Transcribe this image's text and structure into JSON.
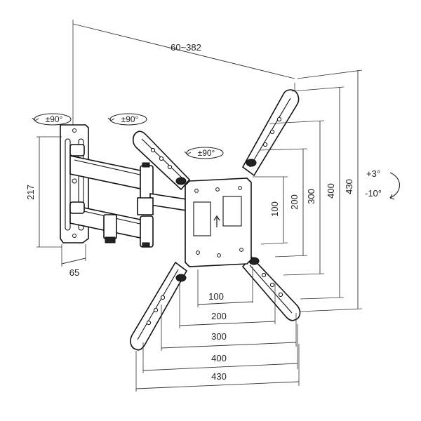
{
  "labels": {
    "width_range": "60~382",
    "wall_height": "217",
    "wall_depth": "65",
    "swivel_wall": "±90°",
    "swivel_arm": "±90°",
    "rotation": "±90°",
    "tilt_up": "+3°",
    "tilt_down": "-10°",
    "vesa_h": [
      "100",
      "200",
      "300",
      "400",
      "430"
    ],
    "vesa_v": [
      "100",
      "200",
      "300",
      "400",
      "430"
    ]
  },
  "colors": {
    "line": "#111111",
    "background": "#ffffff"
  }
}
